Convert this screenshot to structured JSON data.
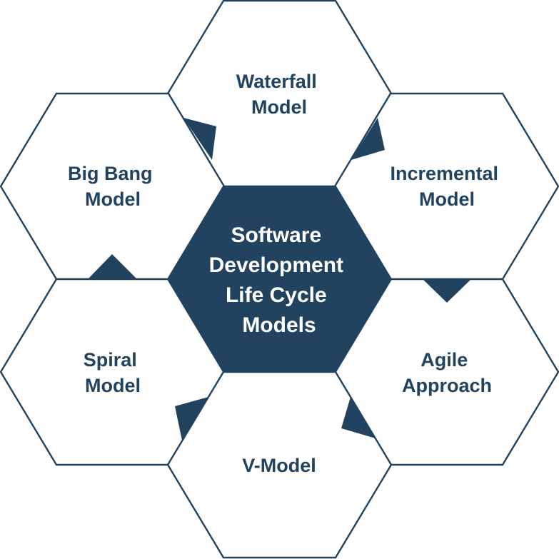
{
  "colors": {
    "primary": "#22435f",
    "background": "#ffffff"
  },
  "center": {
    "lines": [
      "Software",
      "Development",
      "Life Cycle",
      "Models"
    ]
  },
  "models": [
    {
      "id": "waterfall",
      "lines": [
        "Waterfall",
        "Model"
      ]
    },
    {
      "id": "incremental",
      "lines": [
        "Incremental",
        "Model"
      ]
    },
    {
      "id": "agile",
      "lines": [
        "Agile",
        "Approach"
      ]
    },
    {
      "id": "v-model",
      "lines": [
        "V-Model"
      ]
    },
    {
      "id": "spiral",
      "lines": [
        "Spiral",
        "Model"
      ]
    },
    {
      "id": "big-bang",
      "lines": [
        "Big Bang",
        "Model"
      ]
    }
  ]
}
